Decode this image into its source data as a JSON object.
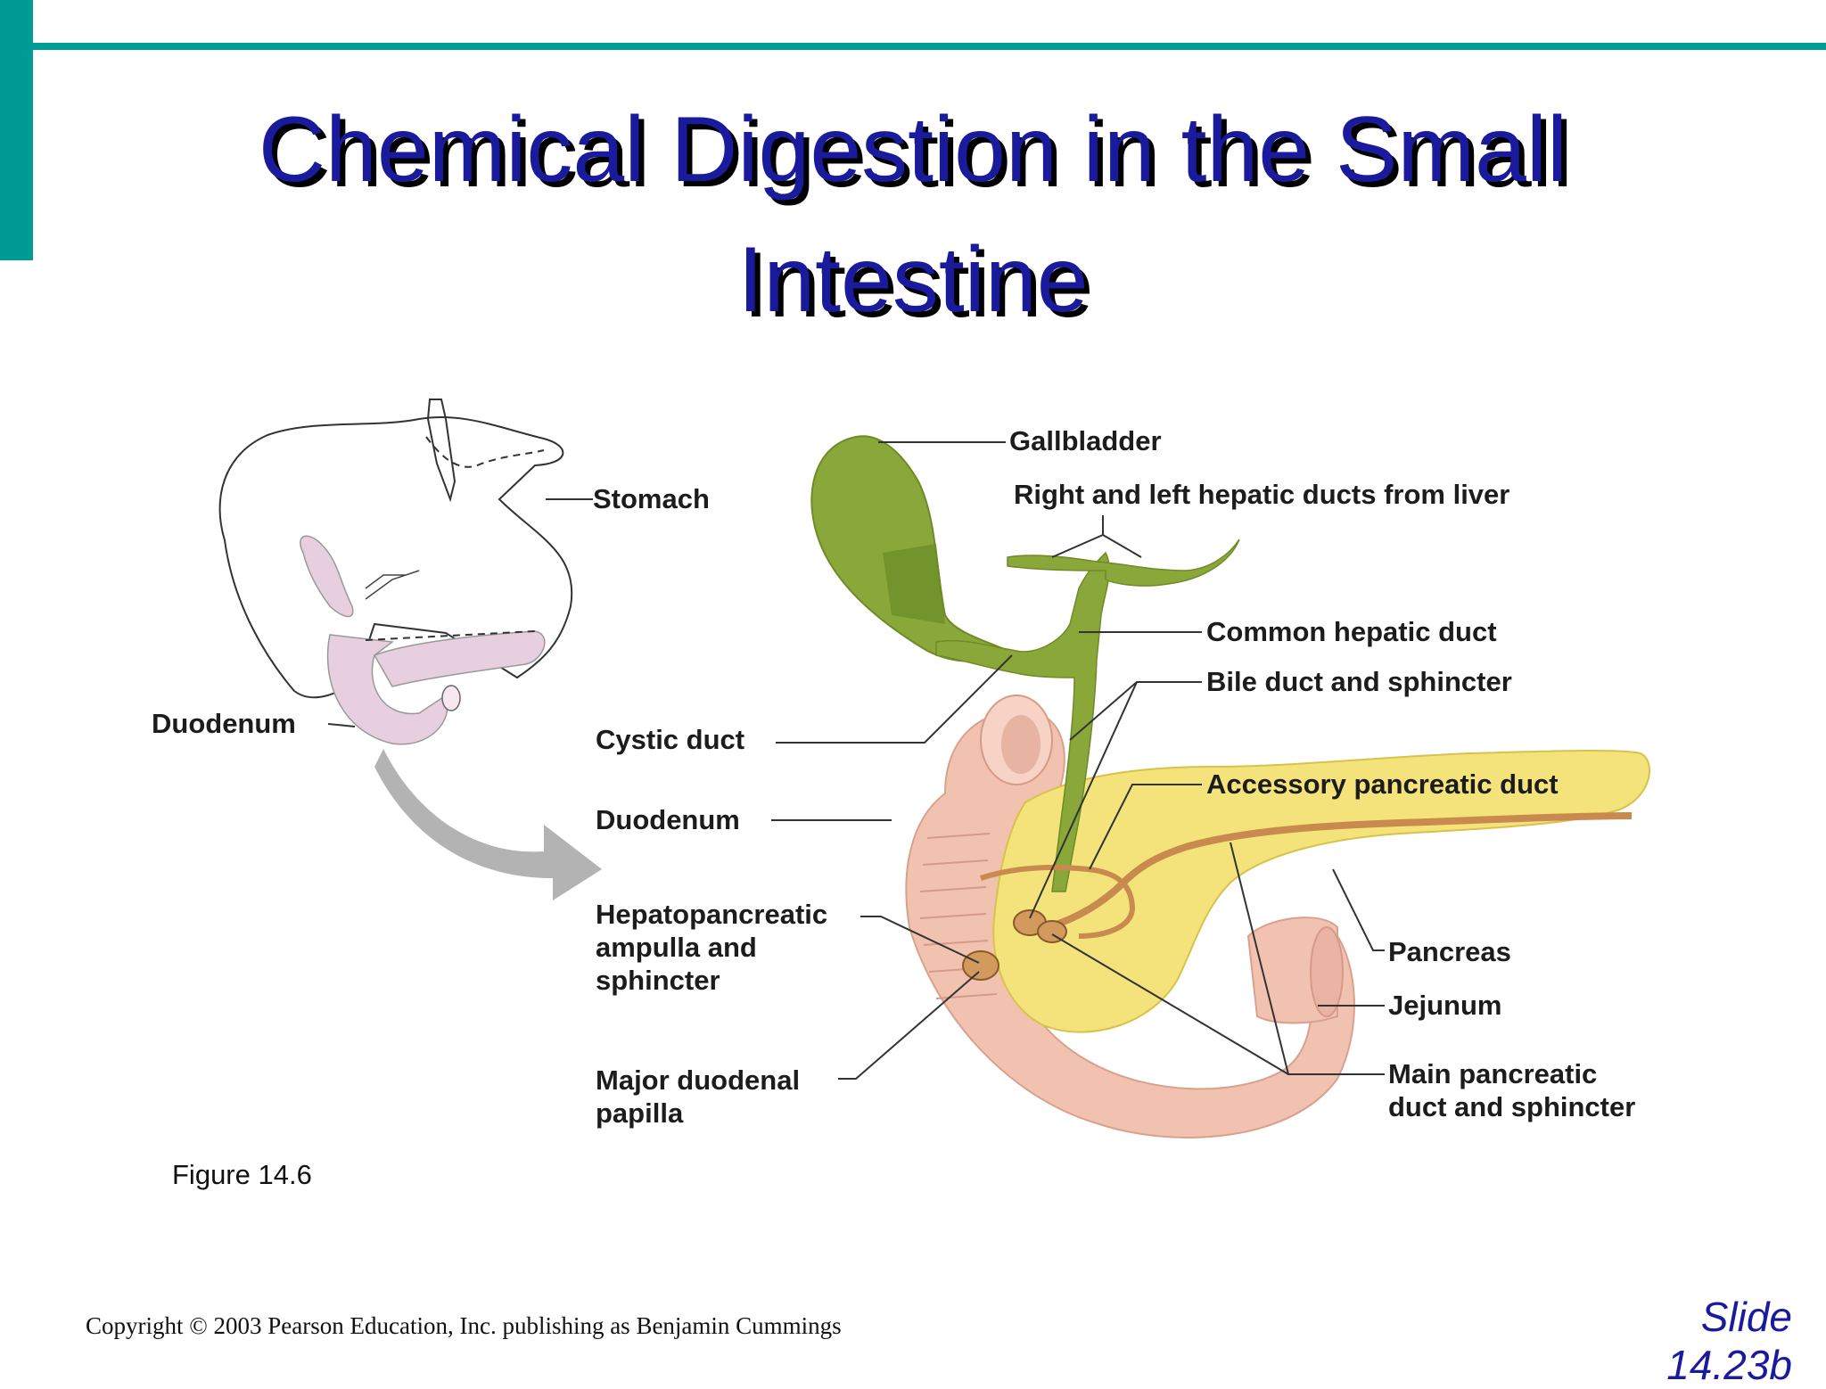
{
  "title": {
    "line1": "Chemical Digestion in the Small",
    "line2": "Intestine"
  },
  "labels": {
    "stomach": "Stomach",
    "duodenum_small": "Duodenum",
    "gallbladder": "Gallbladder",
    "hepatic_ducts": "Right and left hepatic ducts from liver",
    "common_hepatic": "Common hepatic duct",
    "bile_duct": "Bile duct and sphincter",
    "cystic_duct": "Cystic duct",
    "accessory_pancreatic": "Accessory pancreatic duct",
    "duodenum": "Duodenum",
    "hepatopancreatic_1": "Hepatopancreatic",
    "hepatopancreatic_2": "ampulla and",
    "hepatopancreatic_3": "sphincter",
    "pancreas": "Pancreas",
    "jejunum": "Jejunum",
    "major_papilla_1": "Major duodenal",
    "major_papilla_2": "papilla",
    "main_pancreatic_1": "Main pancreatic",
    "main_pancreatic_2": "duct and sphincter"
  },
  "figure": "Figure 14.6",
  "copyright": "Copyright © 2003 Pearson Education, Inc. publishing as Benjamin Cummings",
  "slide": {
    "line1": "Slide",
    "line2": "14.23b"
  },
  "colors": {
    "accent": "#009b95",
    "title": "#1a1a9c",
    "gallbladder": "#8aa83a",
    "pancreas": "#f3e37a",
    "duodenum": "#f2c2b0",
    "duct": "#c98a4f",
    "organ_outline_pink": "#e7cfe0"
  }
}
